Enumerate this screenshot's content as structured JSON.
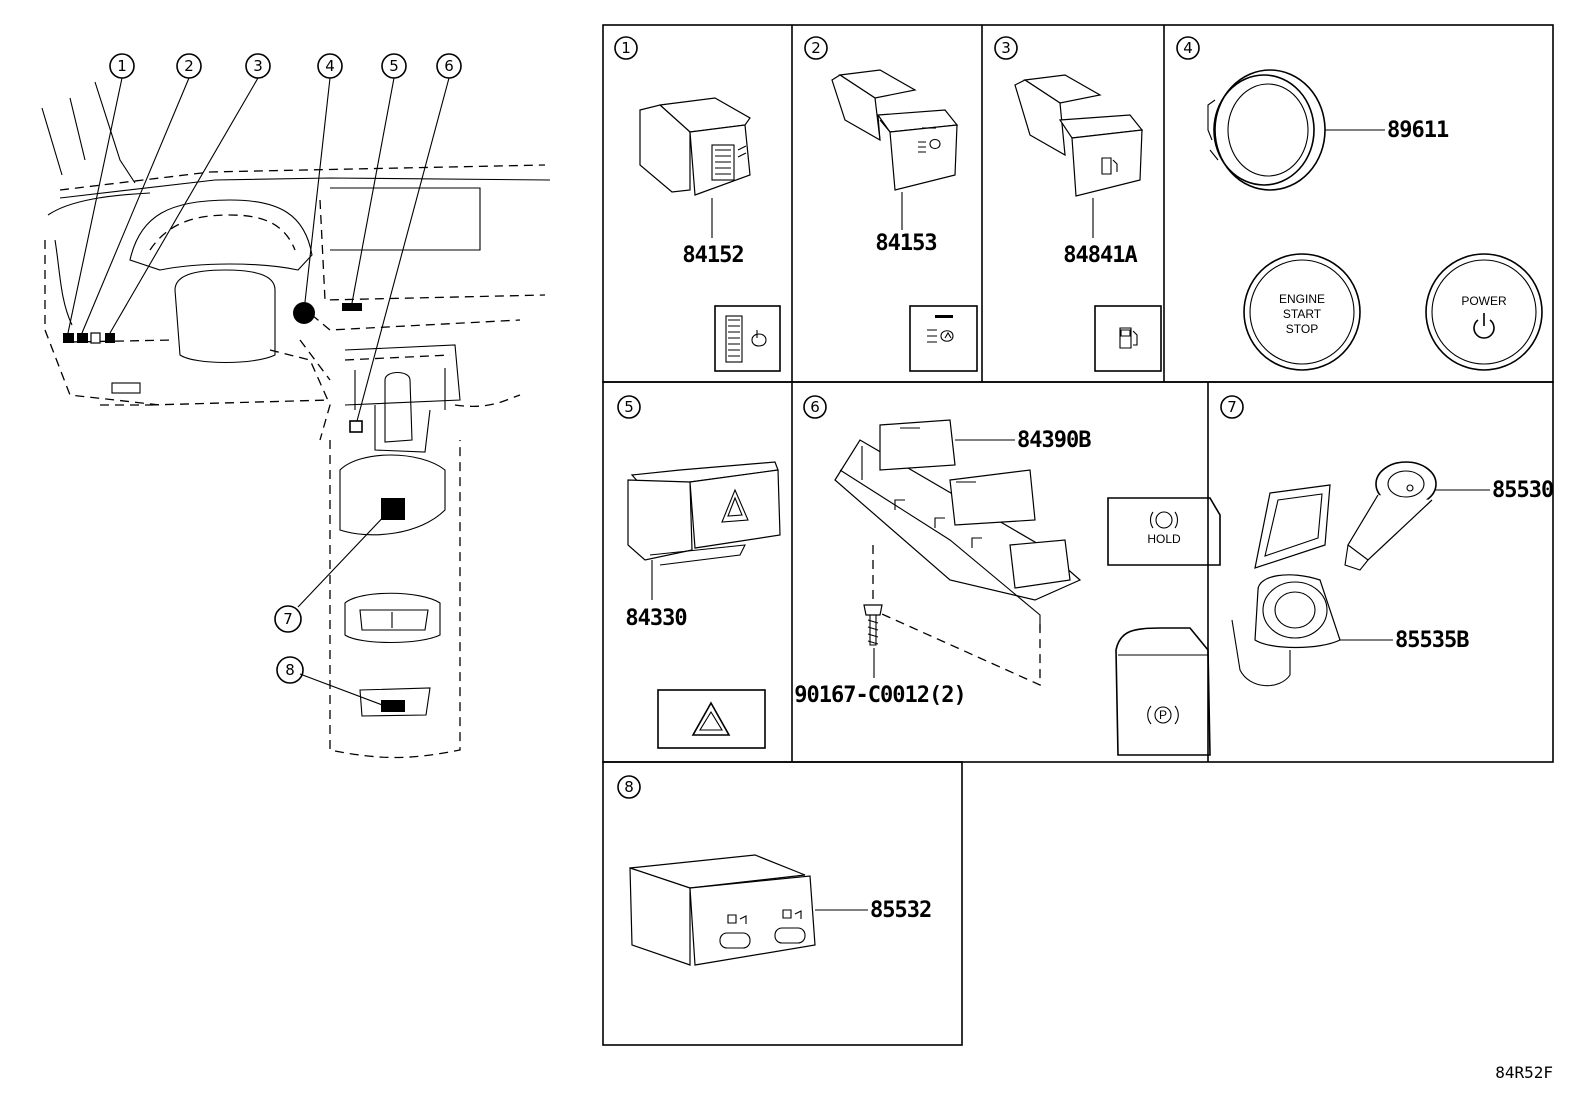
{
  "callouts": [
    "1",
    "2",
    "3",
    "4",
    "5",
    "6",
    "7",
    "8"
  ],
  "panels": [
    {
      "num": "1",
      "parts": [
        "84152"
      ]
    },
    {
      "num": "2",
      "parts": [
        "84153"
      ]
    },
    {
      "num": "3",
      "parts": [
        "84841A"
      ]
    },
    {
      "num": "4",
      "parts": [
        "89611"
      ],
      "buttons": {
        "engine": [
          "ENGINE",
          "START",
          "STOP"
        ],
        "power": "POWER"
      }
    },
    {
      "num": "5",
      "parts": [
        "84330"
      ]
    },
    {
      "num": "6",
      "parts": [
        "84390B",
        "90167-C0012(2)"
      ],
      "hold_label": "HOLD",
      "park_label": "P"
    },
    {
      "num": "7",
      "parts": [
        "85530",
        "85535B"
      ]
    },
    {
      "num": "8",
      "parts": [
        "85532"
      ]
    }
  ],
  "diagram_code": "84R52F"
}
